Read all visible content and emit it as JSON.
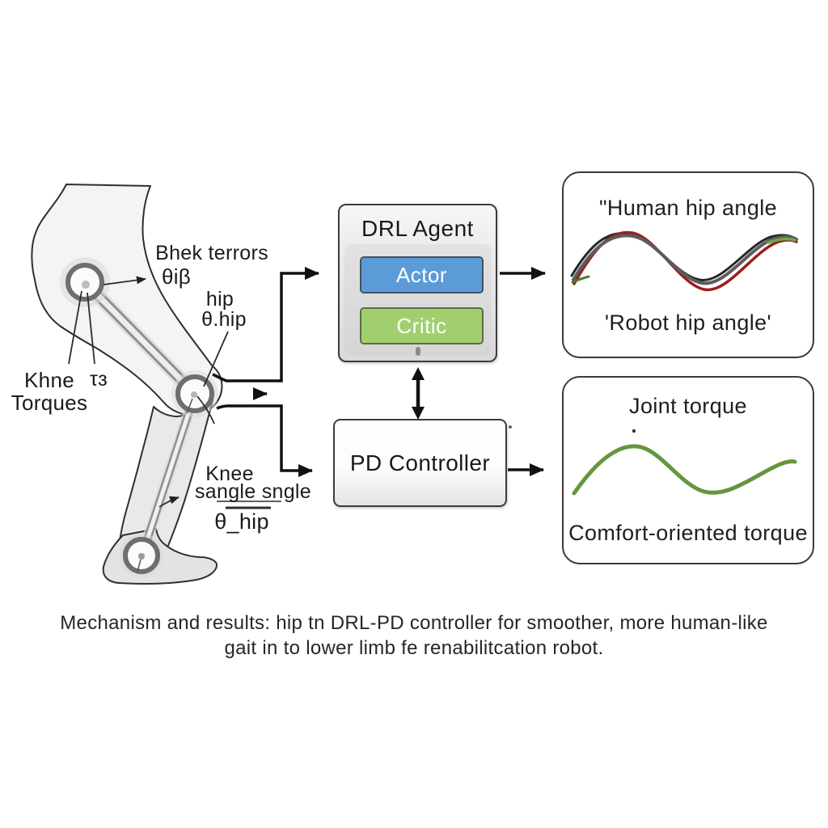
{
  "palette": {
    "actor_blue": "#5b9cd8",
    "critic_green": "#a2cf6e",
    "hip_curve_gray": "#5c5c5c",
    "hip_curve_red": "#9b1f1f",
    "hip_curve_green": "#6aa84f",
    "torque_curve_green": "#66953f",
    "box_border": "#3c3c3c"
  },
  "leg_labels": {
    "hip_error_title": "Bhek terrors",
    "hip_error_symbol": "θiβ",
    "hip_title": "hip",
    "hip_symbol": "θ.hip",
    "knee_torques_line1": "Khne",
    "knee_torques_line2": "Torques",
    "torque_symbol": "τɜ",
    "knee_title": "Knee",
    "knee_angle": "sangle sngle",
    "knee_symbol": "θ_hip"
  },
  "drl_agent": {
    "title": "DRL Agent",
    "actor_label": "Actor",
    "critic_label": "Critic"
  },
  "pd_controller": {
    "title": "PD Controller"
  },
  "hip_angle_panel": {
    "title": "ʺHuman hip angle",
    "subtitle": "'Robot hip angle'"
  },
  "torque_panel": {
    "title": "Joint torque",
    "subtitle": "Comfort-oriented torque"
  },
  "caption": {
    "line1": "Mechanism and results: hip tn DRL-PD controller for smoother, more human-like",
    "line2": "gait in to lower limb fe renabilitcation robot."
  }
}
